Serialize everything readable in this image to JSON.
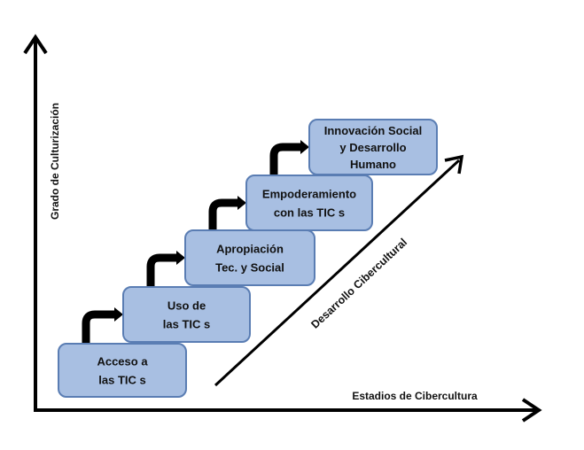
{
  "axes": {
    "y_label": "Grado de Culturización",
    "x_label": "Estadios de Cibercultura",
    "diagonal_label": "Desarrollo Cibercultural"
  },
  "stages": [
    {
      "lines": [
        "Acceso a",
        "las TIC s"
      ]
    },
    {
      "lines": [
        "Uso de",
        "las TIC s"
      ]
    },
    {
      "lines": [
        "Apropiación",
        "Tec. y Social"
      ]
    },
    {
      "lines": [
        "Empoderamiento",
        "con las TIC s"
      ]
    },
    {
      "lines": [
        "Innovación Social",
        "y Desarrollo",
        "Humano"
      ]
    }
  ],
  "colors": {
    "box_fill": "#a8bfe2",
    "box_stroke": "#5a7db3",
    "ink": "#000000"
  }
}
